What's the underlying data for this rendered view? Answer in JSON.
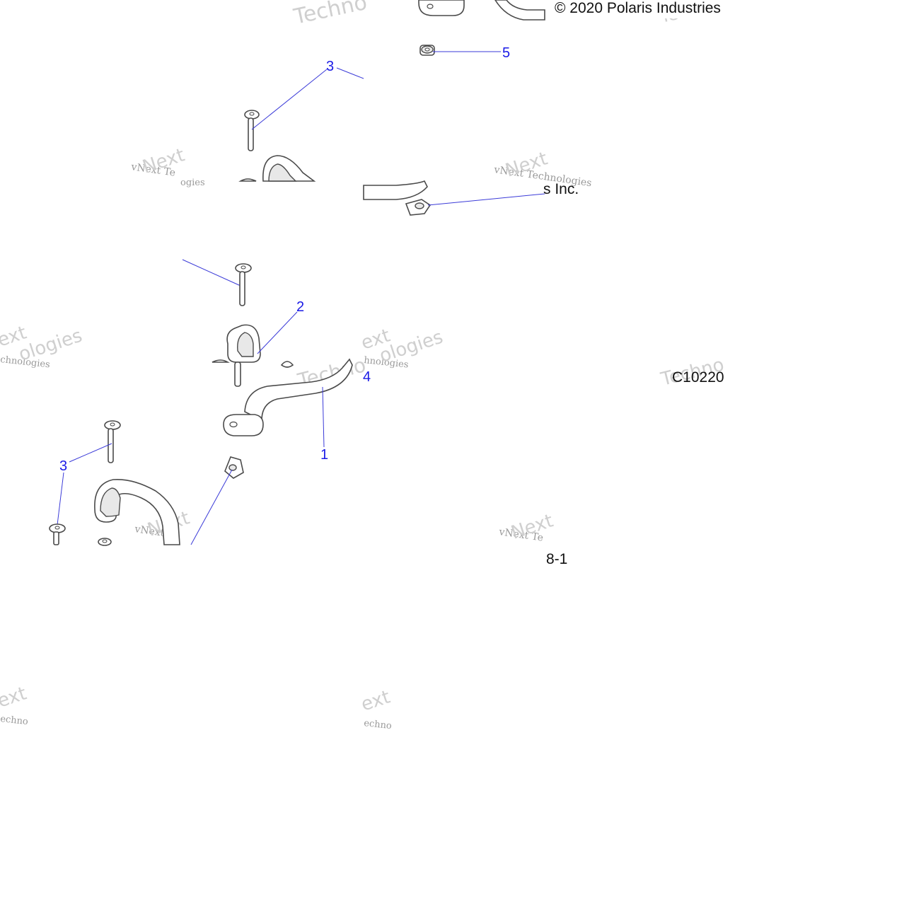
{
  "copyright": "© 2020 Polaris Industries",
  "copyright_fragment": "s Inc.",
  "drawing_code": "C10220",
  "page_number": "8-1",
  "callouts": {
    "c1": "1",
    "c2": "2",
    "c3a": "3",
    "c3b": "3",
    "c4": "4",
    "c5": "5"
  },
  "watermarks": {
    "vnext": "vNext Technologies",
    "vnext_short": "vNext Te",
    "technologies": "Technologies",
    "techno": "Techno",
    "next": "Next",
    "ext": "ext",
    "chnologies": "chnologies",
    "hnologies": "hnologies",
    "echno": "echno",
    "ologies": "ologies",
    "ogies": "ogies"
  },
  "colors": {
    "callout": "#1a1ae6",
    "leader": "#3a3ad8",
    "outline": "#4a4a4a",
    "watermark": "#9a9a9a"
  }
}
